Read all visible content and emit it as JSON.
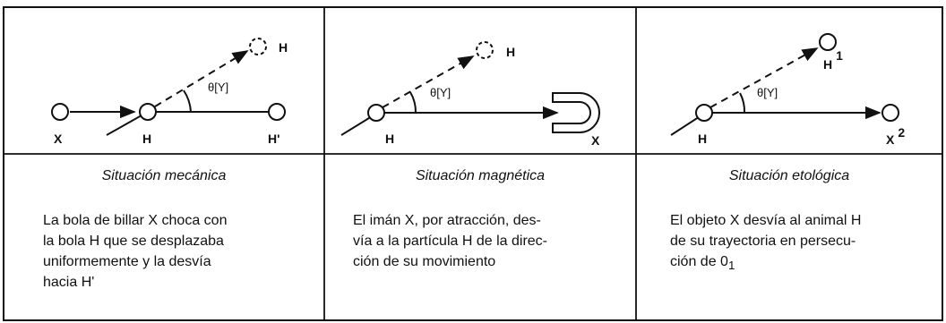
{
  "panels": [
    {
      "labels": {
        "ghost": "H",
        "target": "X",
        "ball": "H",
        "deflected": "H'",
        "angle": "θ[Y]"
      },
      "caption": "Situación mecánica",
      "lines": [
        "La bola de billar X choca con",
        "la bola H que se desplazaba",
        "uniformemente y la desvía",
        "hacia H'"
      ]
    },
    {
      "labels": {
        "ghost": "H",
        "angle": "θ[Y]",
        "particle": "H",
        "magnet": "X"
      },
      "caption": "Situación magnética",
      "lines": [
        "El imán X, por atracción, des-",
        "vía a la partícula H de la direc-",
        "ción de su movimiento"
      ]
    },
    {
      "labels": {
        "h1": "H",
        "h1_sub": "1",
        "angle": "θ[Y]",
        "animal": "H",
        "x2": "X",
        "x2_sub": "2"
      },
      "caption": "Situación etológica",
      "lines": [
        "El objeto X desvía al animal H",
        "de su trayectoria en persecu-",
        "ción de 0",
        "1"
      ]
    }
  ]
}
